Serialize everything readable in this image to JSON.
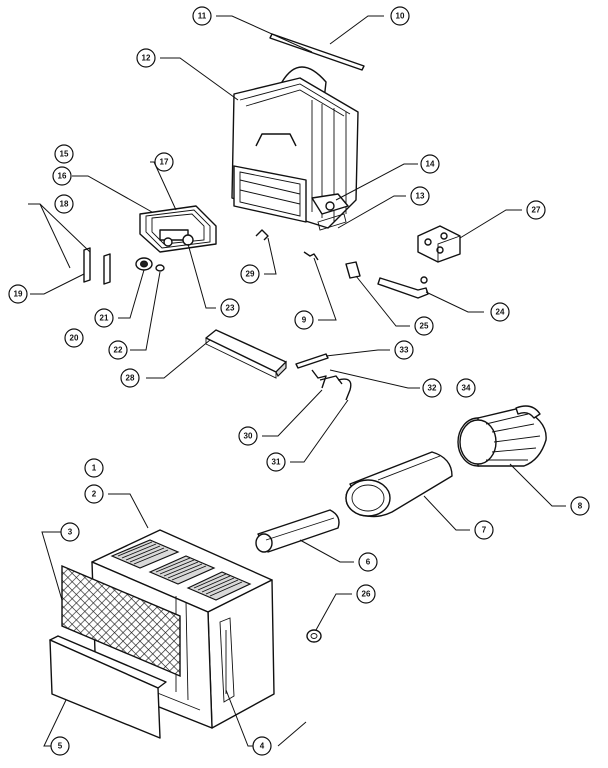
{
  "callouts": [
    {
      "id": "c1",
      "label": "1"
    },
    {
      "id": "c2",
      "label": "2"
    },
    {
      "id": "c3",
      "label": "3"
    },
    {
      "id": "c4",
      "label": "4"
    },
    {
      "id": "c5",
      "label": "5"
    },
    {
      "id": "c6",
      "label": "6"
    },
    {
      "id": "c7",
      "label": "7"
    },
    {
      "id": "c8",
      "label": "8"
    },
    {
      "id": "c9",
      "label": "9"
    },
    {
      "id": "c10",
      "label": "10"
    },
    {
      "id": "c11",
      "label": "11"
    },
    {
      "id": "c12",
      "label": "12"
    },
    {
      "id": "c13",
      "label": "13"
    },
    {
      "id": "c14",
      "label": "14"
    },
    {
      "id": "c15",
      "label": "15"
    },
    {
      "id": "c16",
      "label": "16"
    },
    {
      "id": "c17",
      "label": "17"
    },
    {
      "id": "c18",
      "label": "18"
    },
    {
      "id": "c19",
      "label": "19"
    },
    {
      "id": "c20",
      "label": "20"
    },
    {
      "id": "c21",
      "label": "21"
    },
    {
      "id": "c22",
      "label": "22"
    },
    {
      "id": "c23",
      "label": "23"
    },
    {
      "id": "c24",
      "label": "24"
    },
    {
      "id": "c25",
      "label": "25"
    },
    {
      "id": "c26",
      "label": "26"
    },
    {
      "id": "c27",
      "label": "27"
    },
    {
      "id": "c28",
      "label": "28"
    },
    {
      "id": "c29",
      "label": "29"
    },
    {
      "id": "c30",
      "label": "30"
    },
    {
      "id": "c31",
      "label": "31"
    },
    {
      "id": "c32",
      "label": "32"
    },
    {
      "id": "c33",
      "label": "33"
    },
    {
      "id": "c34",
      "label": "34"
    }
  ]
}
